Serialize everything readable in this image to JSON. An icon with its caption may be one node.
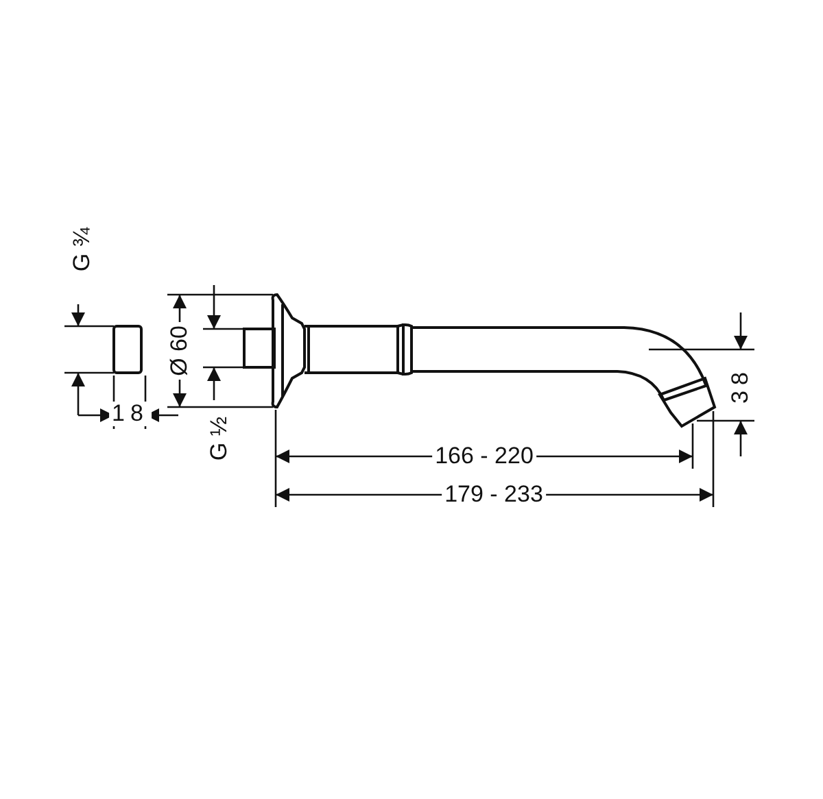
{
  "diagram": {
    "labels": [
      "G ¾",
      "18",
      "Ø 60",
      "G ½",
      "38",
      "166 - 220",
      "179 - 233"
    ]
  }
}
